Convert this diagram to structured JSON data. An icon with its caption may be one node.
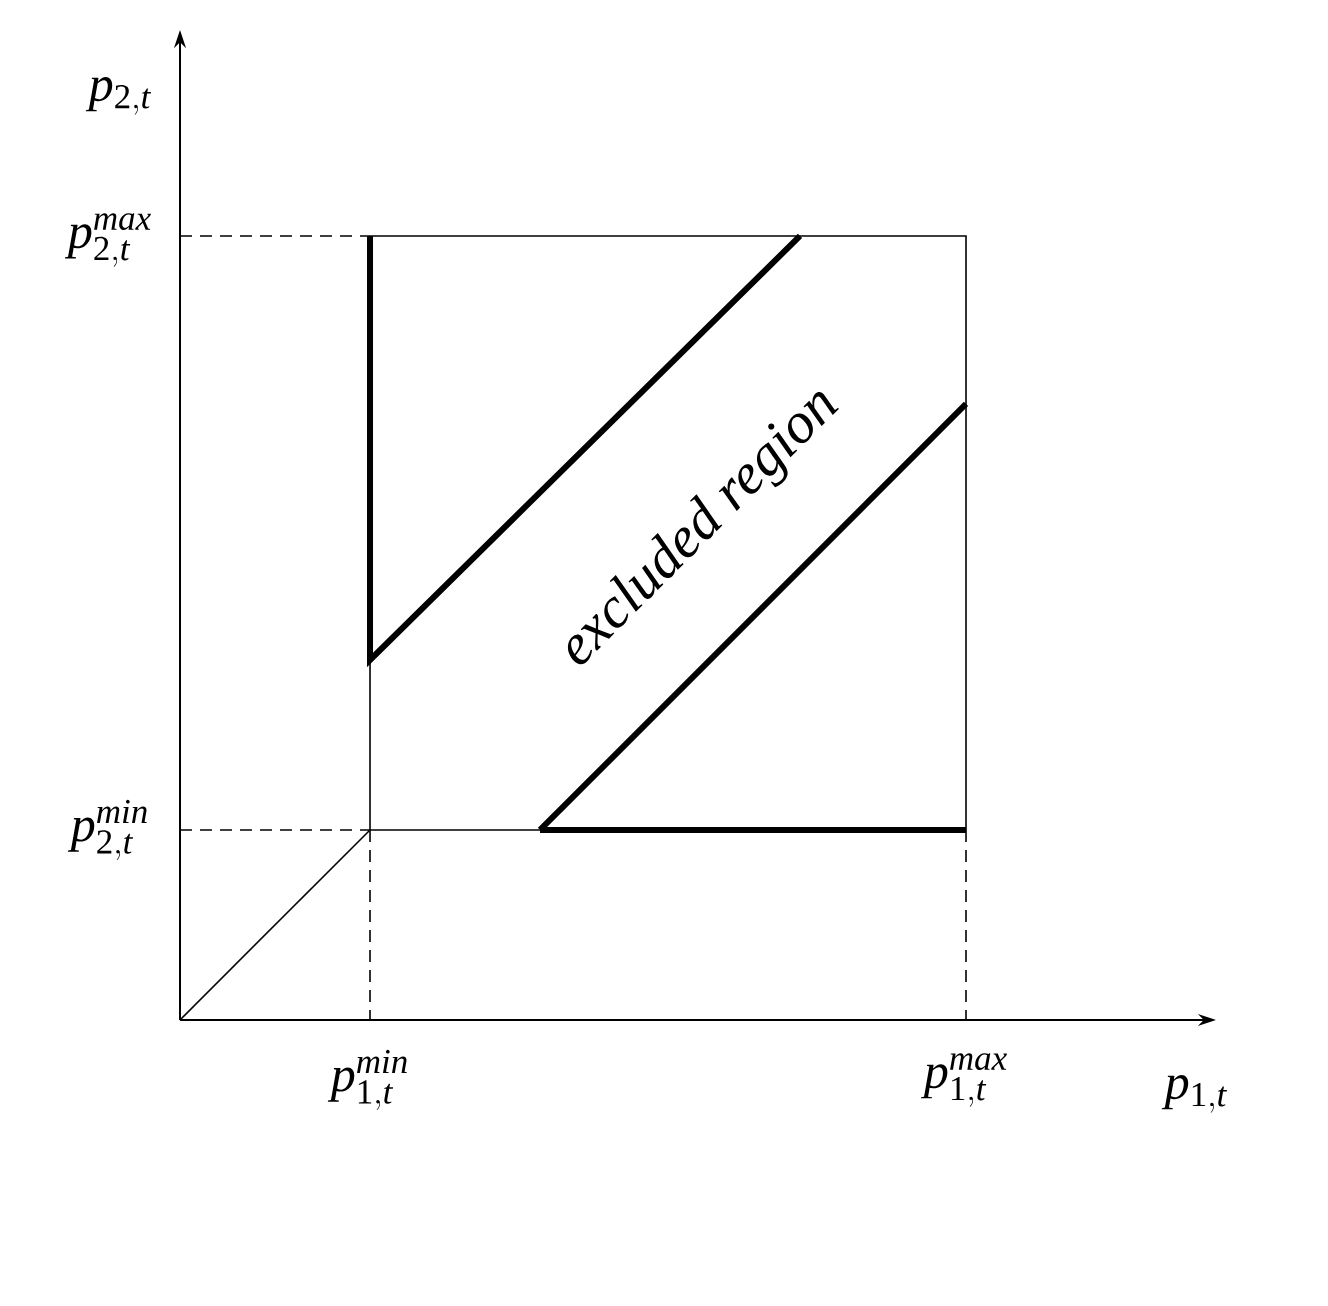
{
  "diagram": {
    "labels": [
      "p_{2,t}",
      "p_{2,t}^{max}",
      "p_{2,t}^{min}",
      "excluded region",
      "p_{1,t}^{min}",
      "p_{1,t}^{max}",
      "p_{1,t}"
    ]
  }
}
